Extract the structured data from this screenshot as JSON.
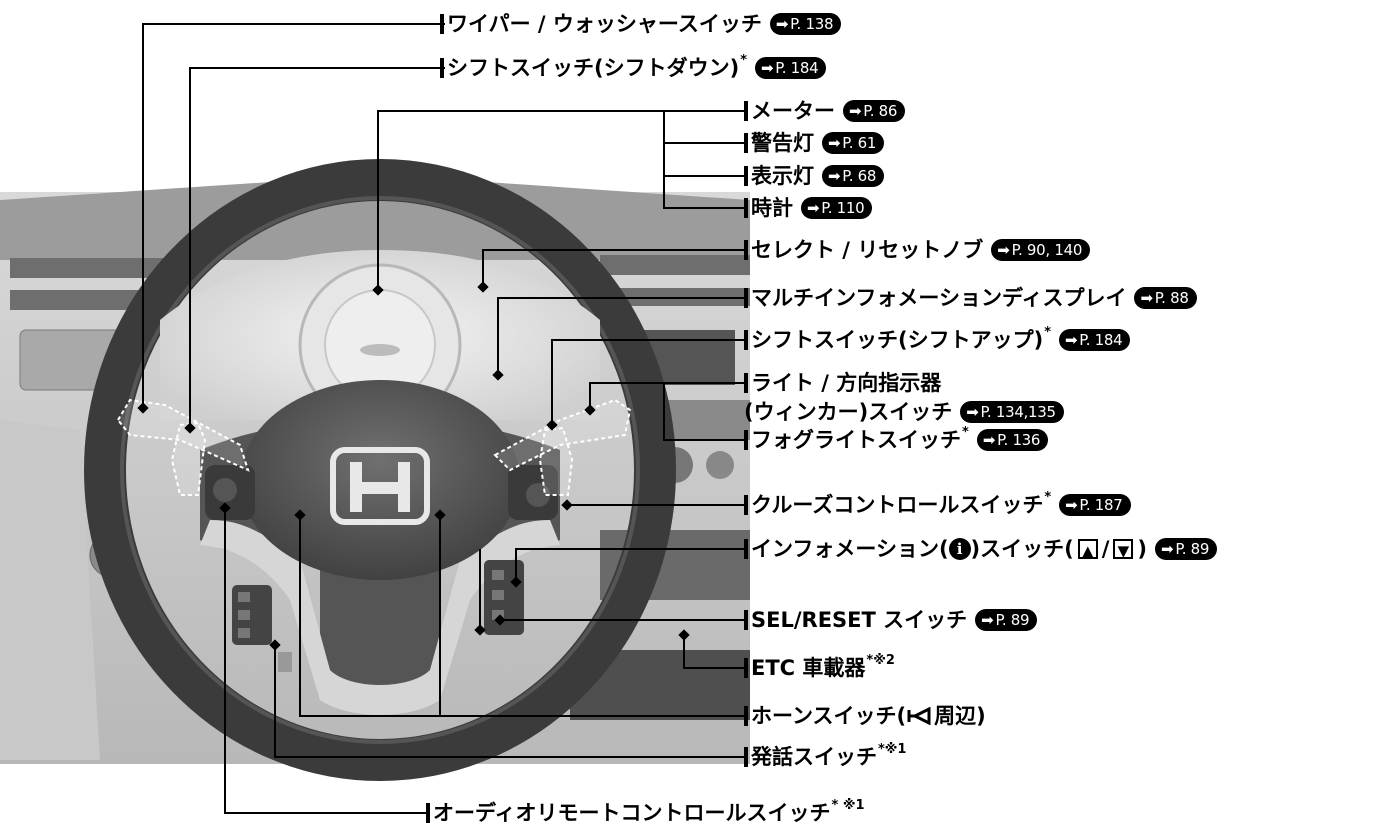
{
  "labels": [
    {
      "id": "wiper",
      "text": "ワイパー / ウォッシャースイッチ",
      "mark": "",
      "ref": "P. 138"
    },
    {
      "id": "shift-down",
      "text": "シフトスイッチ(シフトダウン)",
      "mark": "*",
      "ref": "P. 184"
    },
    {
      "id": "meter",
      "text": "メーター",
      "mark": "",
      "ref": "P. 86"
    },
    {
      "id": "warning",
      "text": "警告灯",
      "mark": "",
      "ref": "P. 61"
    },
    {
      "id": "indicator",
      "text": "表示灯",
      "mark": "",
      "ref": "P. 68"
    },
    {
      "id": "clock",
      "text": "時計",
      "mark": "",
      "ref": "P. 110"
    },
    {
      "id": "select-reset",
      "text": "セレクト / リセットノブ",
      "mark": "",
      "ref": "P. 90, 140"
    },
    {
      "id": "multi-info",
      "text": "マルチインフォメーションディスプレイ",
      "mark": "",
      "ref": "P. 88"
    },
    {
      "id": "shift-up",
      "text": "シフトスイッチ(シフトアップ)",
      "mark": "*",
      "ref": "P. 184"
    },
    {
      "id": "light",
      "text": "ライト / 方向指示器",
      "mark": "",
      "ref": ""
    },
    {
      "id": "winker",
      "text": "(ウィンカー)スイッチ",
      "mark": "",
      "ref": "P. 134,135"
    },
    {
      "id": "fog",
      "text": "フォグライトスイッチ",
      "mark": "*",
      "ref": "P. 136"
    },
    {
      "id": "cruise",
      "text": "クルーズコントロールスイッチ",
      "mark": "*",
      "ref": "P. 187"
    },
    {
      "id": "sel-reset",
      "text": "SEL/RESET スイッチ",
      "mark": "",
      "ref": "P. 89"
    },
    {
      "id": "etc",
      "text": "ETC 車載器",
      "mark": "*※2",
      "ref": ""
    },
    {
      "id": "talk",
      "text": "発話スイッチ",
      "mark": "*※1",
      "ref": ""
    },
    {
      "id": "audio",
      "text": "オーディオリモートコントロールスイッチ",
      "mark": "* ※1",
      "ref": ""
    }
  ],
  "info_switch": {
    "prefix": "インフォメーション(",
    "icon": "i",
    "middle": ")スイッチ(",
    "up": "▲",
    "sep": "/",
    "down": "▼",
    "suffix": ")",
    "ref": "P. 89"
  },
  "horn": {
    "prefix": "ホーンスイッチ(",
    "suffix": "周辺)"
  },
  "emblem": "H"
}
